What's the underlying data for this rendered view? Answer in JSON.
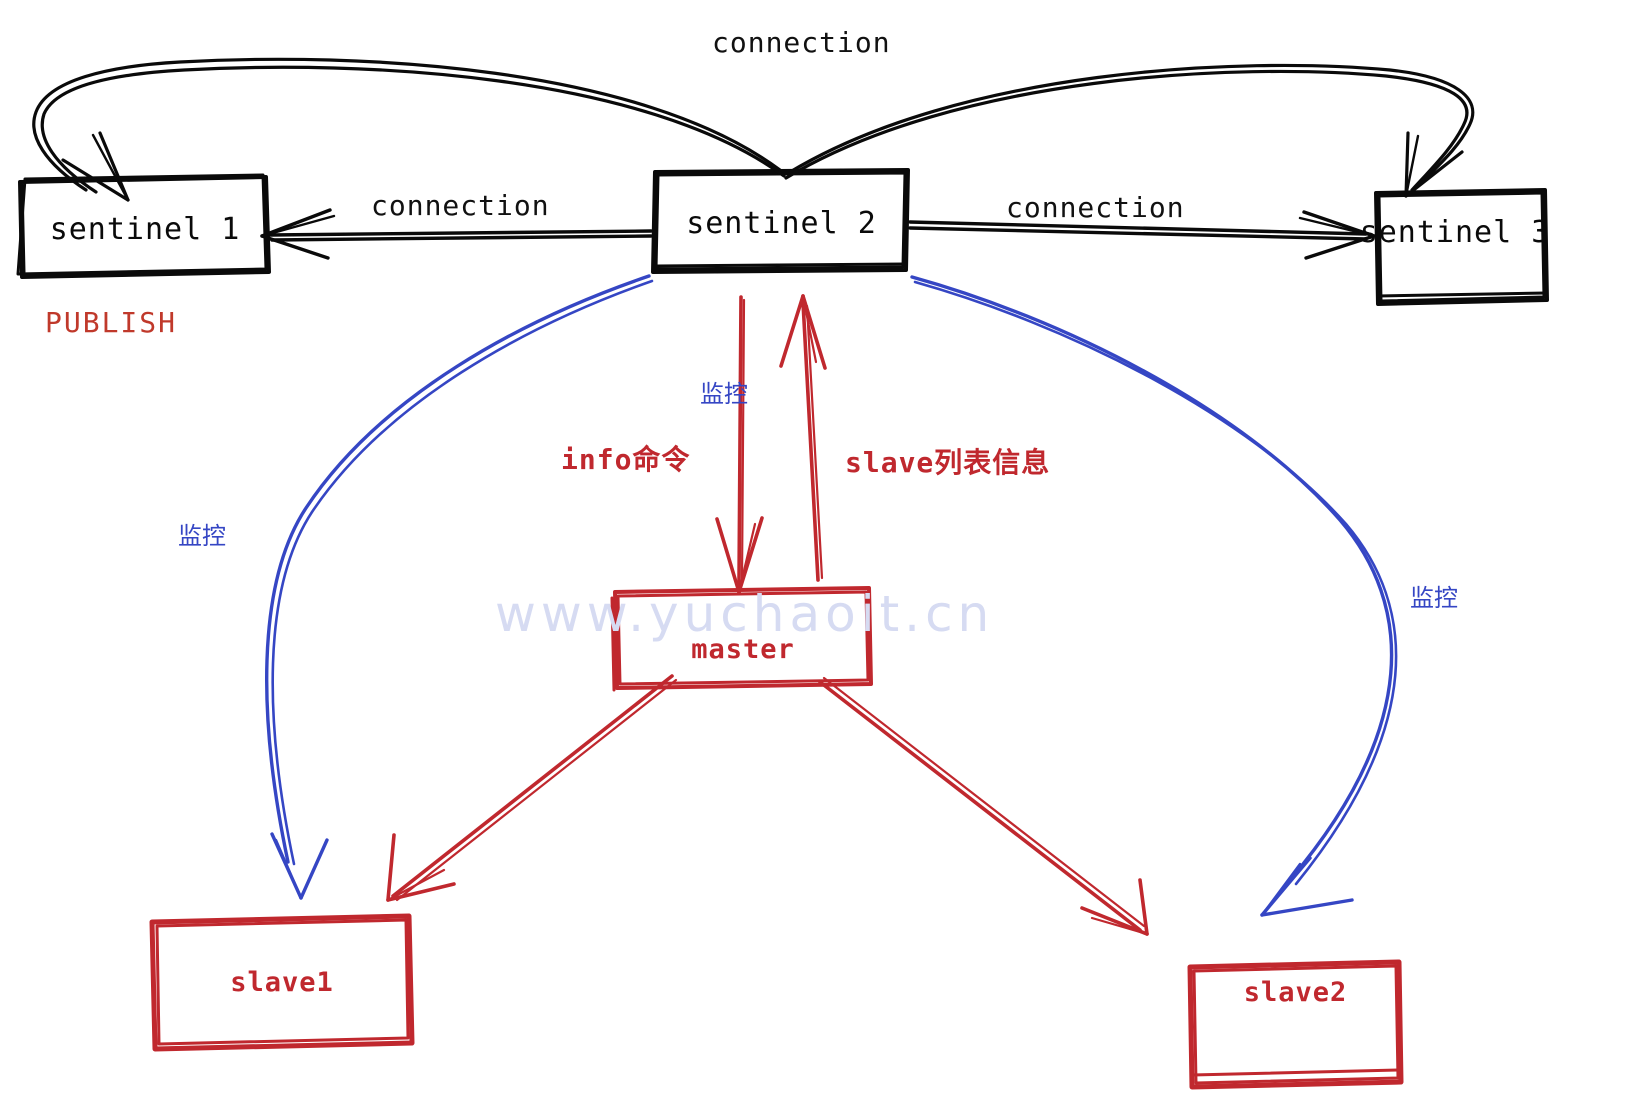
{
  "diagram": {
    "title_watermark": "www.yuchaoit.cn",
    "nodes": [
      {
        "id": "sentinel1",
        "label": "sentinel 1",
        "color": "#0a0a0a",
        "kind": "sentinel"
      },
      {
        "id": "sentinel2",
        "label": "sentinel 2",
        "color": "#0a0a0a",
        "kind": "sentinel"
      },
      {
        "id": "sentinel3",
        "label": "sentinel 3",
        "color": "#0a0a0a",
        "kind": "sentinel"
      },
      {
        "id": "master",
        "label": "master",
        "color": "#c0282e",
        "kind": "redis"
      },
      {
        "id": "slave1",
        "label": "slave1",
        "color": "#c0282e",
        "kind": "redis"
      },
      {
        "id": "slave2",
        "label": "slave2",
        "color": "#c0282e",
        "kind": "redis"
      }
    ],
    "edge_labels": {
      "connection_top": "connection",
      "connection_left": "connection",
      "connection_right": "connection",
      "monitor_center": "监控",
      "monitor_left": "监控",
      "monitor_right": "监控",
      "info_command": "info命令",
      "slave_list_info": "slave列表信息"
    },
    "annotations": {
      "publish": "PUBLISH"
    },
    "colors": {
      "black": "#0a0a0a",
      "red": "#c0282e",
      "blue": "#3546c4",
      "publish_red": "#c0392b",
      "watermark": "#d6dbf2",
      "background": "#ffffff"
    }
  }
}
